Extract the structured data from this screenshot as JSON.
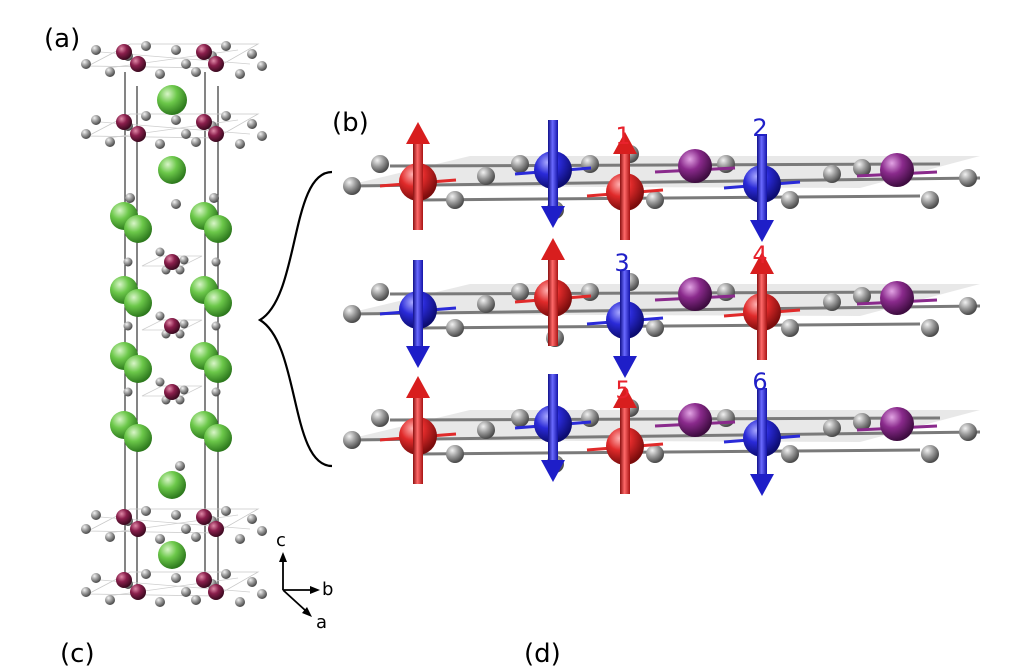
{
  "panels": {
    "a": "(a)",
    "b": "(b)",
    "c": "(c)",
    "d": "(d)"
  },
  "axes": {
    "c": "c",
    "b": "b",
    "a": "a"
  },
  "site_labels": {
    "s1": "1",
    "s2": "2",
    "s3": "3",
    "s4": "4",
    "s5": "5",
    "s6": "6"
  },
  "colors": {
    "spin_up": "#e8222c",
    "spin_down": "#2020c8",
    "nonmagnetic_b": "#8a2a8c",
    "nonmagnetic_a": "#8a1f4c",
    "anion": "#8e8e8e",
    "spacer": "#5cbf3c",
    "label_red": "#e8222c",
    "label_blue": "#2020c8"
  },
  "spins": {
    "layer1": [
      "up",
      "down",
      "up",
      "none",
      "down",
      "none"
    ],
    "layer2": [
      "down",
      "up",
      "down",
      "none",
      "up",
      "none"
    ],
    "layer3": [
      "up",
      "down",
      "up",
      "none",
      "down",
      "none"
    ]
  }
}
